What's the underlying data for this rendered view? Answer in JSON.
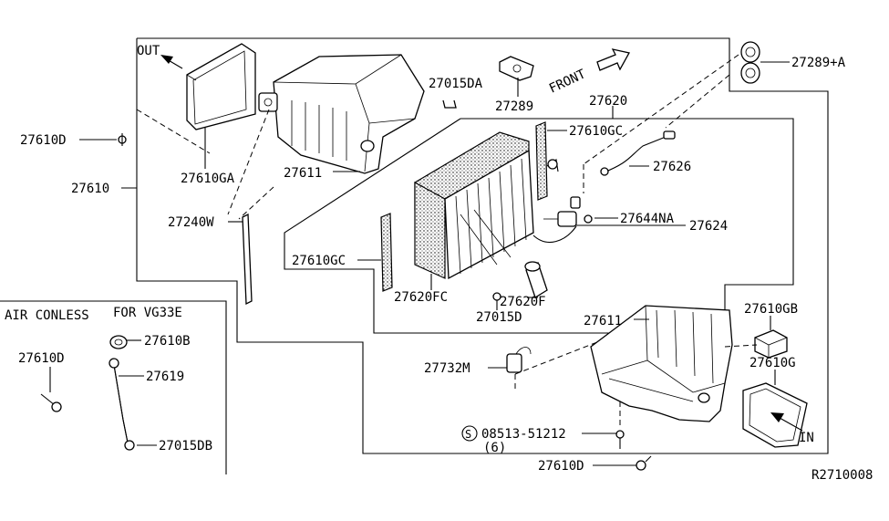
{
  "diagram": {
    "code": "R2710008",
    "front_label": "FRONT",
    "out_label": "OUT",
    "in_label": "IN",
    "inset": {
      "title_left": "AIR CONLESS",
      "title_right": "FOR VG33E"
    },
    "callouts": {
      "p27610D_top": "27610D",
      "p27610GA": "27610GA",
      "p27610": "27610",
      "p27611_top": "27611",
      "p27240W": "27240W",
      "p27015DA": "27015DA",
      "p27289": "27289",
      "p27289A": "27289+A",
      "p27620": "27620",
      "p27610GC_top": "27610GC",
      "p27626": "27626",
      "p27644NA": "27644NA",
      "p27624": "27624",
      "p27610GC_left": "27610GC",
      "p27620FC": "27620FC",
      "p27620F": "27620F",
      "p27015D": "27015D",
      "p27611_bottom": "27611",
      "p27610GB": "27610GB",
      "p27610G": "27610G",
      "p27732M": "27732M",
      "p08513": "08513-51212",
      "p08513_qty": "(6)",
      "screw_symbol": "S",
      "p27610D_bottom": "27610D",
      "inset_27610D": "27610D",
      "inset_27610B": "27610B",
      "inset_27619": "27619",
      "inset_27015DB": "27015DB"
    }
  }
}
